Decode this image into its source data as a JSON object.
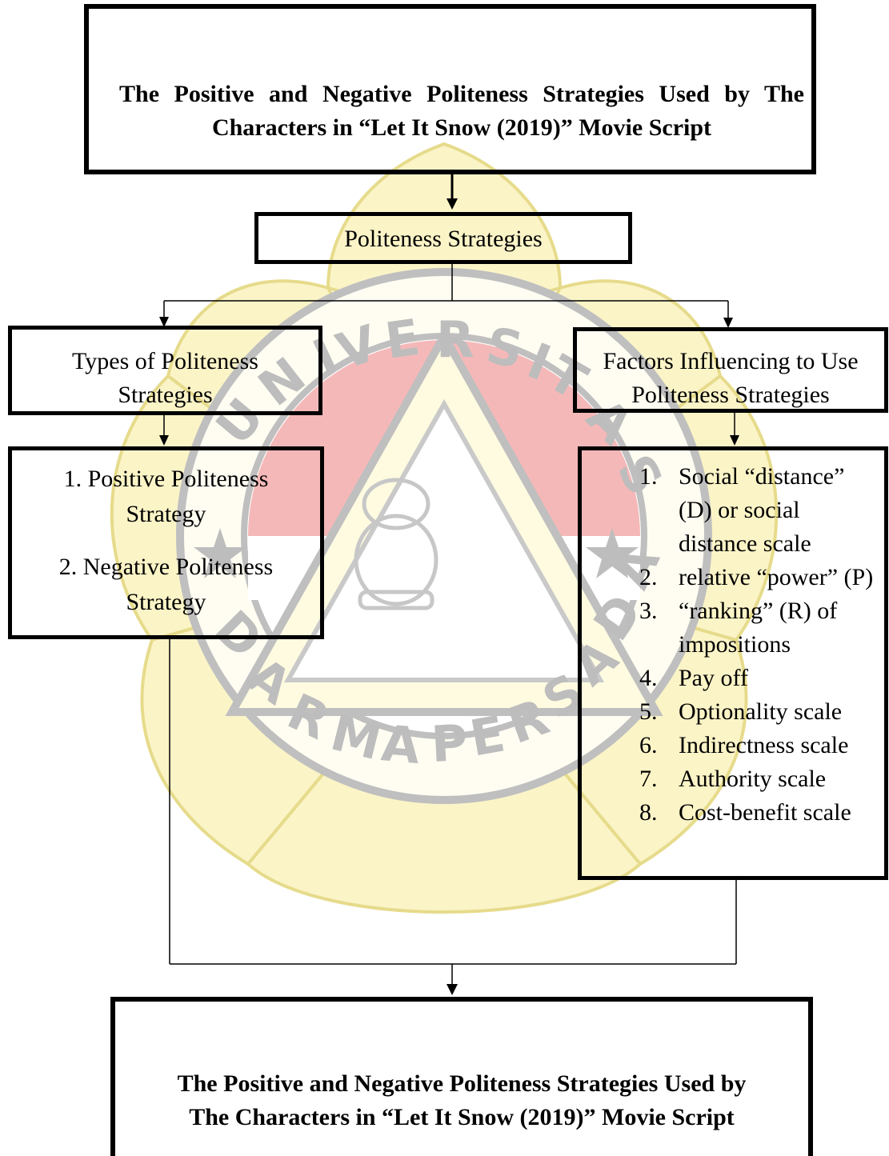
{
  "diagram": {
    "top_box": {
      "line1": "The Positive and Negative Politeness Strategies Used by The",
      "line2": "Characters in “Let It Snow (2019)” Movie Script"
    },
    "politeness_strategies": {
      "label": "Politeness Strategies"
    },
    "types_box": {
      "line1": "Types of Politeness",
      "line2": "Strategies"
    },
    "factors_box": {
      "line1": "Factors Influencing to Use",
      "line2": "Politeness Strategies"
    },
    "types_list": [
      {
        "line1": "1. Positive Politeness",
        "line2": "Strategy"
      },
      {
        "line1": "2.  Negative Politeness",
        "line2": "Strategy"
      }
    ],
    "factors_list": [
      {
        "num": "1.",
        "text": "Social “distance” (D)  or  social distance scale"
      },
      {
        "num": "2.",
        "text": "relative  “power” (P)"
      },
      {
        "num": "3.",
        "text": "“ranking” (R) of impositions"
      },
      {
        "num": "4.",
        "text": "Pay off"
      },
      {
        "num": "5.",
        "text": "Optionality scale"
      },
      {
        "num": "6.",
        "text": "Indirectness scale"
      },
      {
        "num": "7.",
        "text": "Authority scale"
      },
      {
        "num": "8.",
        "text": "Cost-benefit scale"
      }
    ],
    "bottom_box": {
      "line1": "The Positive and Negative Politeness Strategies Used by",
      "line2": "The Characters in “Let It Snow (2019)” Movie Script"
    }
  },
  "watermark": {
    "text": "UNIVERSITAS DARMA PERSADA",
    "colors": {
      "petals": "#fbf3c2",
      "petal_stroke": "#e4d87f",
      "red": "#f5b8b8",
      "ring": "#bfbfbf"
    }
  }
}
